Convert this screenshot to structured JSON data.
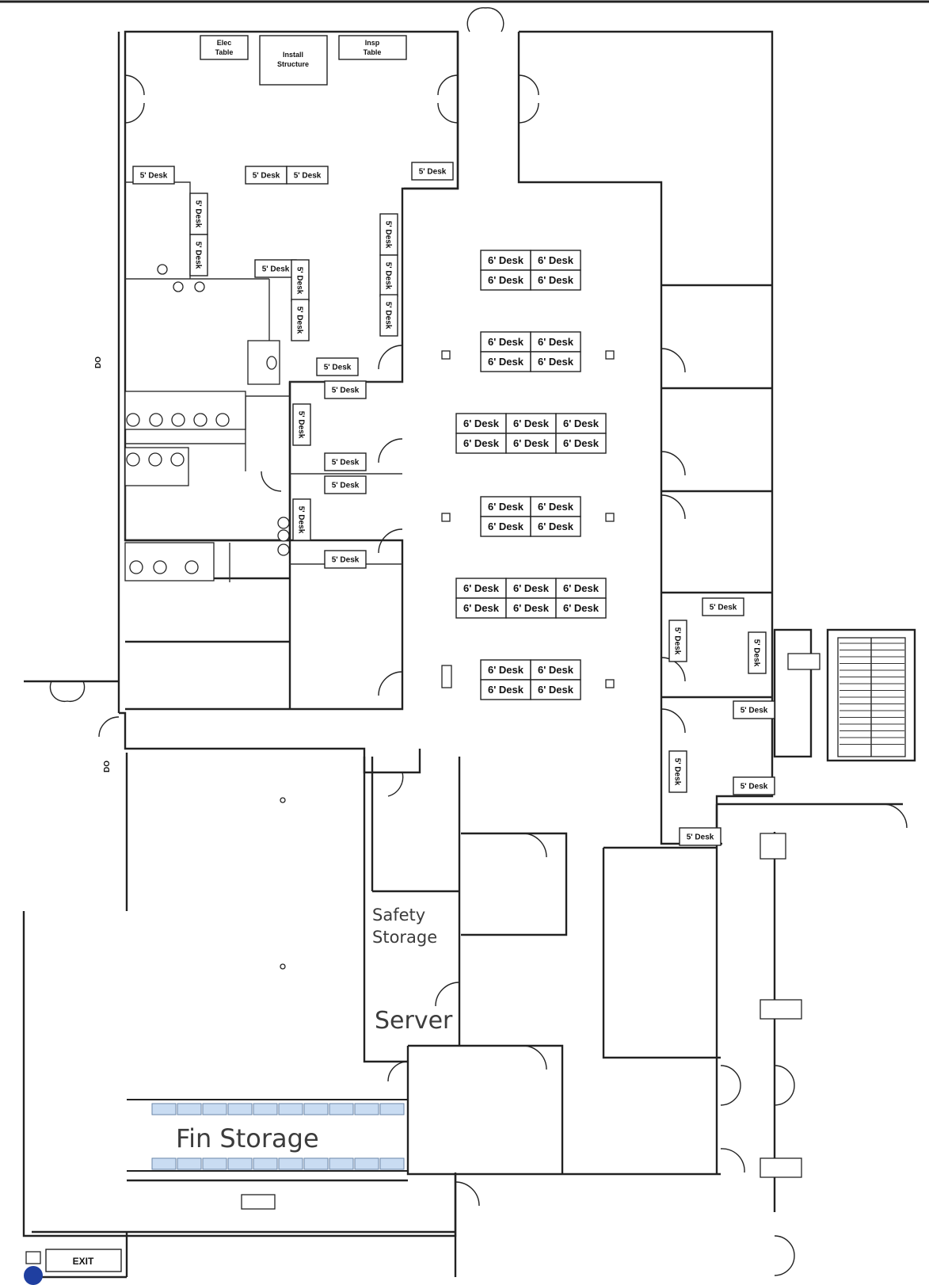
{
  "plan": {
    "room_labels": {
      "safety_storage_line1": "Safety",
      "safety_storage_line2": "Storage",
      "server": "Server",
      "fin_storage": "Fin Storage"
    },
    "equipment_labels": {
      "elec_table_line1": "Elec",
      "elec_table_line2": "Table",
      "install_structure_line1": "Install",
      "install_structure_line2": "Structure",
      "insp_table_line1": "Insp",
      "insp_table_line2": "Table"
    },
    "desk_labels": {
      "five_ft": "5' Desk",
      "six_ft": "6' Desk"
    },
    "side_marks": {
      "upper": "DO",
      "lower": "DO",
      "bottom_left_sign": "EXIT"
    }
  }
}
